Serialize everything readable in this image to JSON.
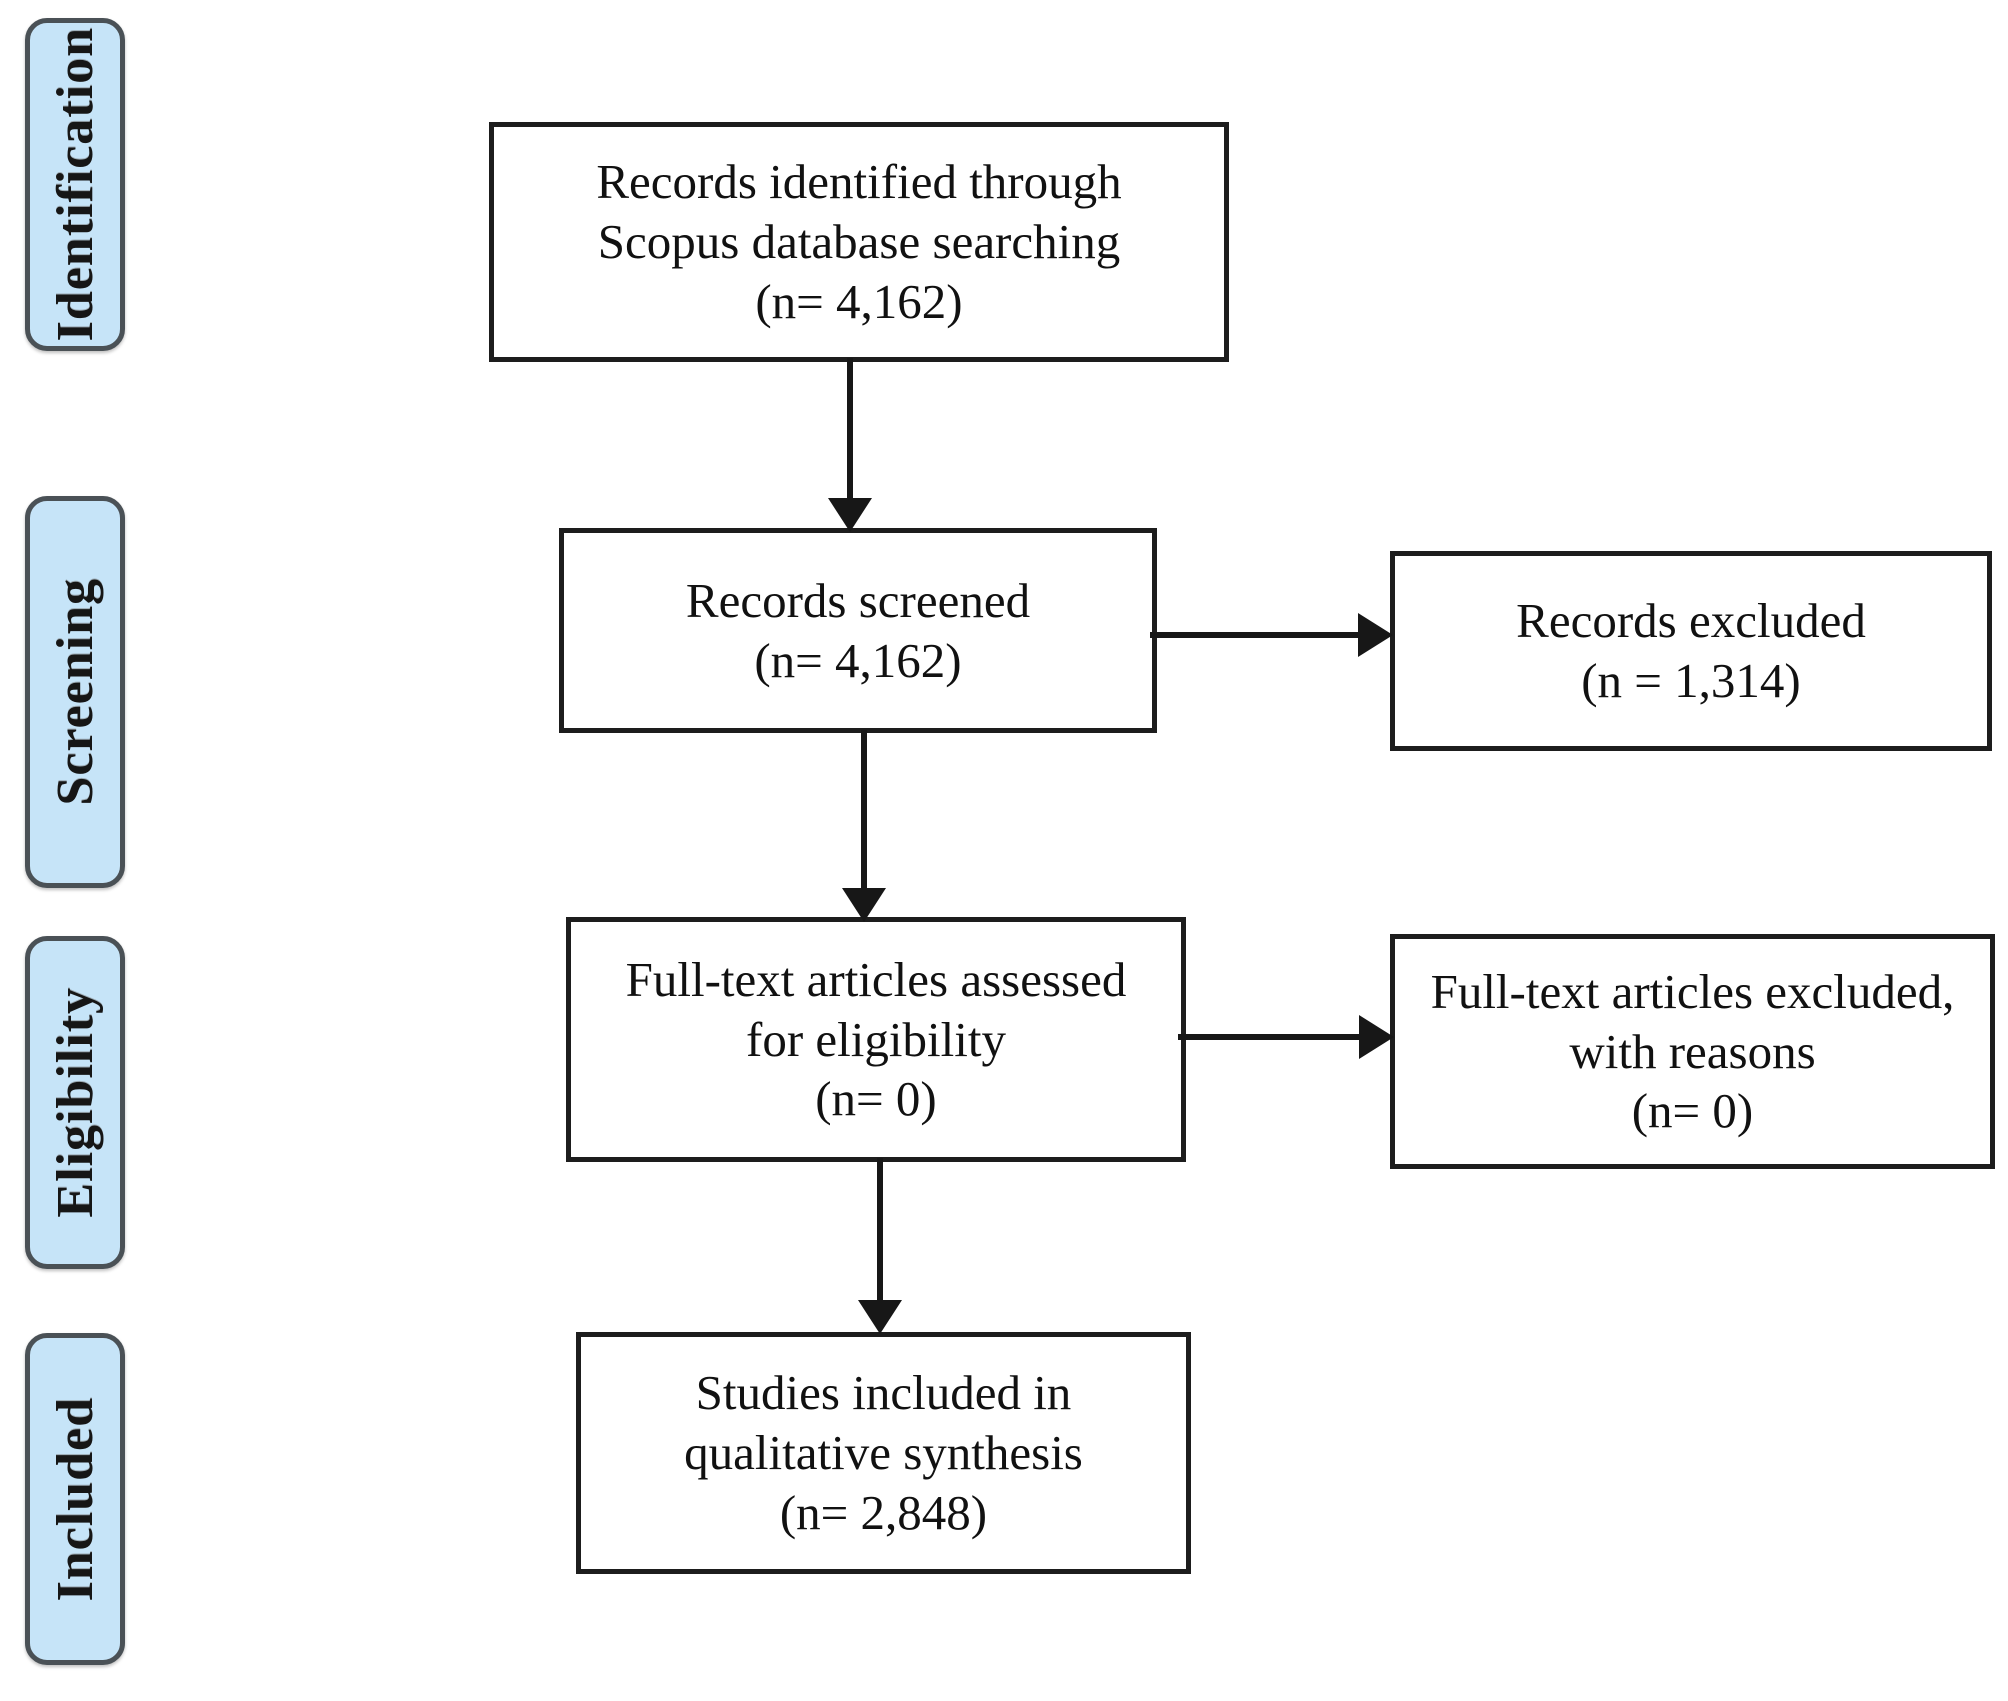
{
  "figure": {
    "type": "prisma-flow-diagram",
    "background_color": "#ffffff",
    "box_border_color": "#1d1d1d",
    "stage_fill_color": "#c6e4f8",
    "stage_border_color": "#4a5156",
    "arrow_color": "#171717"
  },
  "stages": [
    {
      "id": "identification",
      "label": "Identification"
    },
    {
      "id": "screening",
      "label": "Screening"
    },
    {
      "id": "eligibility",
      "label": "Eligibility"
    },
    {
      "id": "included",
      "label": "Included"
    }
  ],
  "boxes": [
    {
      "id": "records-identified",
      "line1": "Records identified through",
      "line2": "Scopus database searching",
      "count_label": "(n= 4,162)",
      "text": "Records identified through\nScopus database searching\n(n= 4,162)"
    },
    {
      "id": "records-screened",
      "line1": "Records screened",
      "count_label": "(n= 4,162)",
      "text": "Records screened\n(n= 4,162)"
    },
    {
      "id": "records-excluded",
      "line1": "Records excluded",
      "count_label": "(n = 1,314)",
      "text": "Records excluded\n(n = 1,314)"
    },
    {
      "id": "fulltext-assessed",
      "line1": "Full-text articles assessed",
      "line2": "for eligibility",
      "count_label": "(n= 0)",
      "text": "Full-text articles assessed\nfor eligibility\n(n= 0)"
    },
    {
      "id": "fulltext-excluded",
      "line1": "Full-text articles excluded,",
      "line2": "with reasons",
      "count_label": "(n= 0)",
      "text": "Full-text articles excluded,\nwith reasons\n(n= 0)"
    },
    {
      "id": "studies-included",
      "line1": "Studies included in",
      "line2": "qualitative synthesis",
      "count_label": "(n= 2,848)",
      "text": "Studies included in\nqualitative synthesis\n(n= 2,848)"
    }
  ],
  "flow_data": {
    "type": "flowchart",
    "nodes": [
      {
        "id": "records-identified",
        "stage": "Identification",
        "n": 4162
      },
      {
        "id": "records-screened",
        "stage": "Screening",
        "n": 4162
      },
      {
        "id": "records-excluded",
        "stage": "Screening",
        "n": 1314
      },
      {
        "id": "fulltext-assessed",
        "stage": "Eligibility",
        "n": 0
      },
      {
        "id": "fulltext-excluded",
        "stage": "Eligibility",
        "n": 0
      },
      {
        "id": "studies-included",
        "stage": "Included",
        "n": 2848
      }
    ],
    "edges": [
      {
        "from": "records-identified",
        "to": "records-screened",
        "direction": "down"
      },
      {
        "from": "records-screened",
        "to": "records-excluded",
        "direction": "right"
      },
      {
        "from": "records-screened",
        "to": "fulltext-assessed",
        "direction": "down"
      },
      {
        "from": "fulltext-assessed",
        "to": "fulltext-excluded",
        "direction": "right"
      },
      {
        "from": "fulltext-assessed",
        "to": "studies-included",
        "direction": "down"
      }
    ]
  }
}
